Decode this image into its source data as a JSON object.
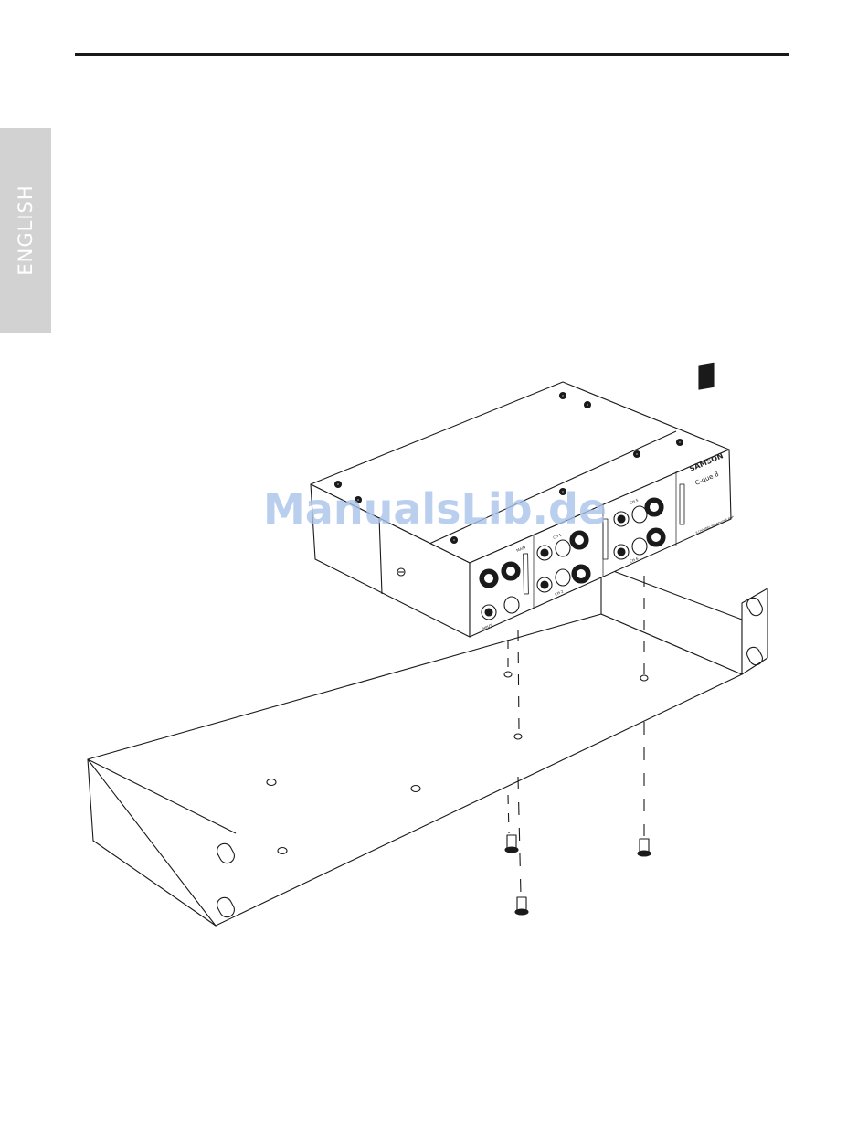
{
  "sidebar": {
    "language": "ENGLISH"
  },
  "device": {
    "brand": "SAMSON",
    "model": "C-que 8",
    "subtitle": "8 CHANNEL HEADPHONE AMP"
  },
  "panel_labels": {
    "ch1": "CH 1",
    "ch2": "CH 2",
    "ch5": "CH 5",
    "ch6": "CH 6",
    "main": "MAIN",
    "input": "INPUT"
  },
  "watermark": "ManualsLib.de"
}
